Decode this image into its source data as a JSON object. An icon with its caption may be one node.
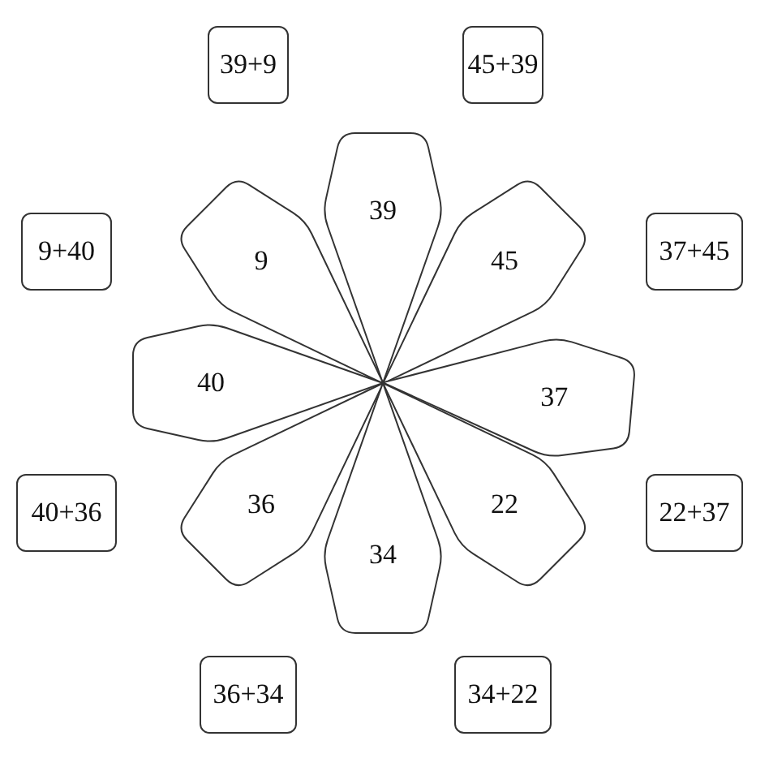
{
  "diagram": {
    "nodes": [
      {
        "text": [
          "39+9"
        ]
      },
      {
        "text": [
          "45+39"
        ]
      },
      {
        "text": [
          "39"
        ]
      },
      {
        "text": [
          "9"
        ]
      },
      {
        "text": [
          "45"
        ]
      },
      {
        "text": [
          "9+40"
        ]
      },
      {
        "text": [
          "37+45"
        ]
      },
      {
        "text": [
          "40"
        ]
      },
      {
        "text": [
          "37"
        ]
      },
      {
        "text": [
          "40+36"
        ]
      },
      {
        "text": [
          "22+37"
        ]
      },
      {
        "text": [
          "36"
        ]
      },
      {
        "text": [
          "22"
        ]
      },
      {
        "text": [
          "34"
        ]
      },
      {
        "text": [
          "36+34"
        ]
      },
      {
        "text": [
          "34+22"
        ]
      }
    ]
  }
}
